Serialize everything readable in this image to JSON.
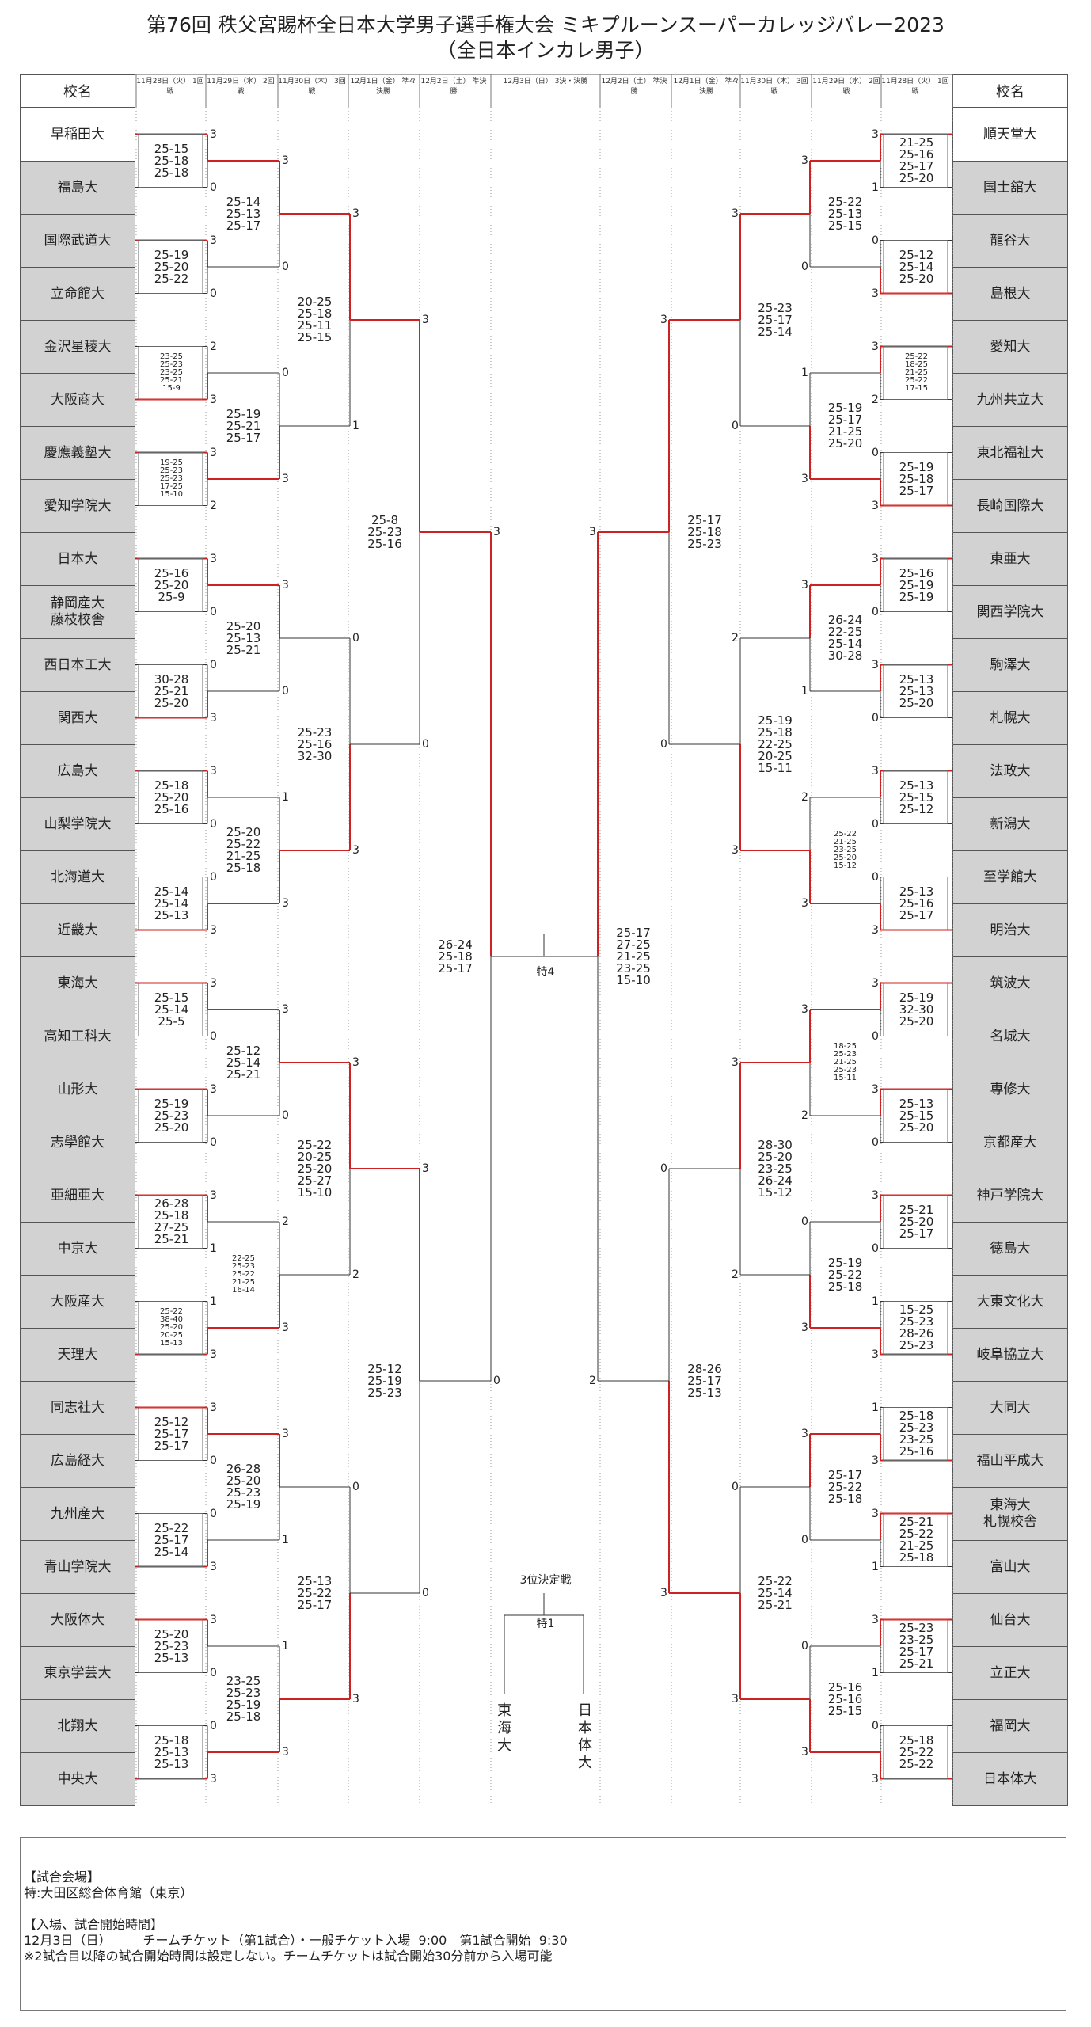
{
  "title": {
    "line1": "第76回 秩父宮賜杯全日本大学男子選手権大会 ミキプルーンスーパーカレッジバレー2023",
    "line2": "（全日本インカレ男子）"
  },
  "headers": {
    "school": "校名",
    "left": [
      "11月28日（火）\n1回戦",
      "11月29日（水）\n2回戦",
      "11月30日（木）\n3回戦",
      "12月1日（金）\n準々決勝",
      "12月2日（土）\n準決勝"
    ],
    "center": "12月3日（日）\n3決・決勝",
    "right": [
      "12月2日（土）\n準決勝",
      "12月1日（金）\n準々決勝",
      "11月30日（木）\n3回戦",
      "11月29日（水）\n2回戦",
      "11月28日（火）\n1回戦"
    ]
  },
  "left_teams": [
    "早稲田大",
    "福島大",
    "国際武道大",
    "立命館大",
    "金沢星稜大",
    "大阪商大",
    "慶應義塾大",
    "愛知学院大",
    "日本大",
    "静岡産大\n藤枝校舎",
    "西日本工大",
    "関西大",
    "広島大",
    "山梨学院大",
    "北海道大",
    "近畿大",
    "東海大",
    "高知工科大",
    "山形大",
    "志學館大",
    "亜細亜大",
    "中京大",
    "大阪産大",
    "天理大",
    "同志社大",
    "広島経大",
    "九州産大",
    "青山学院大",
    "大阪体大",
    "東京学芸大",
    "北翔大",
    "中央大"
  ],
  "right_teams": [
    "順天堂大",
    "国士舘大",
    "龍谷大",
    "島根大",
    "愛知大",
    "九州共立大",
    "東北福祉大",
    "長崎国際大",
    "東亜大",
    "関西学院大",
    "駒澤大",
    "札幌大",
    "法政大",
    "新潟大",
    "至学館大",
    "明治大",
    "筑波大",
    "名城大",
    "専修大",
    "京都産大",
    "神戸学院大",
    "徳島大",
    "大東文化大",
    "岐阜協立大",
    "大同大",
    "福山平成大",
    "東海大\n札幌校舎",
    "富山大",
    "仙台大",
    "立正大",
    "福岡大",
    "日本体大"
  ],
  "left_scores": {
    "r1": [
      "25-15\n25-18\n25-18",
      "25-19\n25-20\n25-22",
      "23-25\n25-23\n23-25\n25-21\n15-9",
      "19-25\n25-23\n25-23\n17-25\n15-10",
      "25-16\n25-20\n25-9",
      "30-28\n25-21\n25-20",
      "25-18\n25-20\n25-16",
      "25-14\n25-14\n25-13",
      "25-15\n25-14\n25-5",
      "25-19\n25-23\n25-20",
      "26-28\n25-18\n27-25\n25-21",
      "25-22\n38-40\n25-20\n20-25\n15-13",
      "25-12\n25-17\n25-17",
      "25-22\n25-17\n25-14",
      "25-20\n25-23\n25-13",
      "25-18\n25-13\n25-13"
    ],
    "r1_sets": [
      [
        "3",
        "0"
      ],
      [
        "3",
        "0"
      ],
      [
        "2",
        "3"
      ],
      [
        "3",
        "2"
      ],
      [
        "3",
        "0"
      ],
      [
        "0",
        "3"
      ],
      [
        "3",
        "0"
      ],
      [
        "0",
        "3"
      ],
      [
        "3",
        "0"
      ],
      [
        "3",
        "0"
      ],
      [
        "3",
        "1"
      ],
      [
        "1",
        "3"
      ],
      [
        "3",
        "0"
      ],
      [
        "0",
        "3"
      ],
      [
        "3",
        "0"
      ],
      [
        "0",
        "3"
      ]
    ],
    "r2": [
      "25-14\n25-13\n25-17",
      "25-19\n25-21\n25-17",
      "25-20\n25-13\n25-21",
      "25-20\n25-22\n21-25\n25-18",
      "25-12\n25-14\n25-21",
      "22-25\n25-23\n25-22\n21-25\n16-14",
      "26-28\n25-20\n25-23\n25-19",
      "23-25\n25-23\n25-19\n25-18"
    ],
    "r2_sets": [
      [
        "3",
        "0"
      ],
      [
        "0",
        "3"
      ],
      [
        "3",
        "0"
      ],
      [
        "1",
        "3"
      ],
      [
        "3",
        "0"
      ],
      [
        "2",
        "3"
      ],
      [
        "3",
        "1"
      ],
      [
        "1",
        "3"
      ]
    ],
    "r3": [
      "20-25\n25-18\n25-11\n25-15",
      "25-23\n25-16\n32-30",
      "25-22\n20-25\n25-20\n25-27\n15-10",
      "25-13\n25-22\n25-17"
    ],
    "r3_sets": [
      [
        "3",
        "1"
      ],
      [
        "0",
        "3"
      ],
      [
        "3",
        "2"
      ],
      [
        "0",
        "3"
      ]
    ],
    "qf": [
      "25-8\n25-23\n25-16",
      "25-12\n25-19\n25-23"
    ],
    "qf_sets": [
      [
        "3",
        "0"
      ],
      [
        "3",
        "0"
      ]
    ],
    "sf": "26-24\n25-18\n25-17",
    "sf_sets": [
      "3",
      "0"
    ]
  },
  "right_scores": {
    "r1": [
      "21-25\n25-16\n25-17\n25-20",
      "25-12\n25-14\n25-20",
      "25-22\n18-25\n21-25\n25-22\n17-15",
      "25-19\n25-18\n25-17",
      "25-16\n25-19\n25-19",
      "25-13\n25-13\n25-20",
      "25-13\n25-15\n25-12",
      "25-13\n25-16\n25-17",
      "25-19\n32-30\n25-20",
      "25-13\n25-15\n25-20",
      "25-21\n25-20\n25-17",
      "15-25\n25-23\n28-26\n25-23",
      "25-18\n25-23\n23-25\n25-16",
      "25-21\n25-22\n21-25\n25-18",
      "25-23\n23-25\n25-17\n25-21",
      "25-18\n25-22\n25-22"
    ],
    "r1_sets": [
      [
        "3",
        "1"
      ],
      [
        "0",
        "3"
      ],
      [
        "3",
        "2"
      ],
      [
        "0",
        "3"
      ],
      [
        "3",
        "0"
      ],
      [
        "3",
        "0"
      ],
      [
        "3",
        "0"
      ],
      [
        "0",
        "3"
      ],
      [
        "3",
        "0"
      ],
      [
        "3",
        "0"
      ],
      [
        "3",
        "0"
      ],
      [
        "1",
        "3"
      ],
      [
        "1",
        "3"
      ],
      [
        "3",
        "1"
      ],
      [
        "3",
        "1"
      ],
      [
        "0",
        "3"
      ]
    ],
    "r2": [
      "25-22\n25-13\n25-15",
      "25-19\n25-17\n21-25\n25-20",
      "26-24\n22-25\n25-14\n30-28",
      "25-22\n21-25\n23-25\n25-20\n15-12",
      "18-25\n25-23\n21-25\n25-23\n15-11",
      "25-19\n25-22\n25-18",
      "25-17\n25-22\n25-18",
      "25-16\n25-16\n25-15"
    ],
    "r2_sets": [
      [
        "3",
        "0"
      ],
      [
        "1",
        "3"
      ],
      [
        "3",
        "1"
      ],
      [
        "2",
        "3"
      ],
      [
        "3",
        "2"
      ],
      [
        "0",
        "3"
      ],
      [
        "3",
        "0"
      ],
      [
        "0",
        "3"
      ]
    ],
    "r3": [
      "25-23\n25-17\n25-14",
      "25-19\n25-18\n22-25\n20-25\n15-11",
      "28-30\n25-20\n23-25\n26-24\n15-12",
      "25-22\n25-14\n25-21"
    ],
    "r3_sets": [
      [
        "3",
        "0"
      ],
      [
        "2",
        "3"
      ],
      [
        "3",
        "2"
      ],
      [
        "0",
        "3"
      ]
    ],
    "qf": [
      "25-17\n25-18\n25-23",
      "28-26\n25-17\n25-13"
    ],
    "qf_sets": [
      [
        "3",
        "0"
      ],
      [
        "0",
        "3"
      ]
    ],
    "sf": "25-17\n27-25\n21-25\n23-25\n15-10",
    "sf_sets": [
      "3",
      "2"
    ]
  },
  "final": {
    "court": "特4"
  },
  "third_place": {
    "label": "3位決定戦",
    "court": "特1",
    "team_left": "東\n海\n大",
    "team_right": "日\n本\n体\n大"
  },
  "info": {
    "venue_heading": "【試合会場】",
    "venue": "特:大田区総合体育館（東京）",
    "time_heading": "【入場、試合開始時間】",
    "line1": "12月3日（日）　　　チームチケット（第1試合）・一般チケット入場  9:00　第1試合開始  9:30",
    "line2": "※2試合目以降の試合開始時間は設定しない。チームチケットは試合開始30分前から入場可能"
  },
  "colors": {
    "win_line": "#cc2222",
    "lose_line": "#333333",
    "team_even_bg": "#d2d2d2"
  }
}
